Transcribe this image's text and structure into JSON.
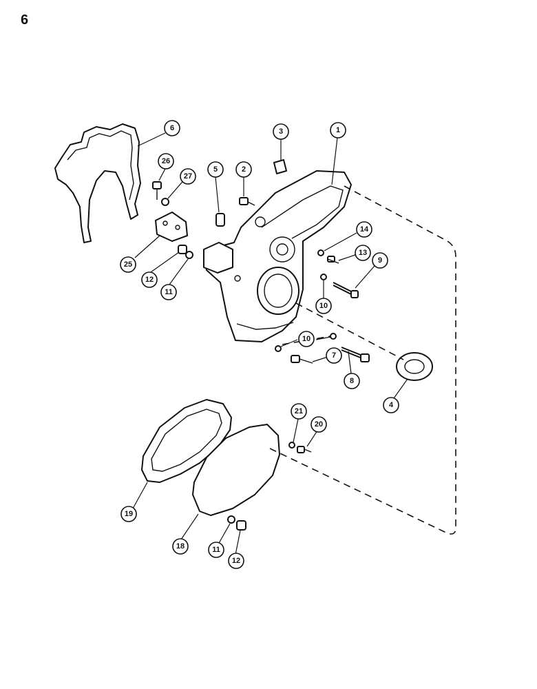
{
  "page": {
    "number": "6"
  },
  "callouts": [
    {
      "id": "c6",
      "label": "6"
    },
    {
      "id": "c3",
      "label": "3"
    },
    {
      "id": "c1",
      "label": "1"
    },
    {
      "id": "c26",
      "label": "26"
    },
    {
      "id": "c27",
      "label": "27"
    },
    {
      "id": "c5",
      "label": "5"
    },
    {
      "id": "c2",
      "label": "2"
    },
    {
      "id": "c14",
      "label": "14"
    },
    {
      "id": "c13",
      "label": "13"
    },
    {
      "id": "c9",
      "label": "9"
    },
    {
      "id": "c25",
      "label": "25"
    },
    {
      "id": "c12a",
      "label": "12"
    },
    {
      "id": "c11a",
      "label": "11"
    },
    {
      "id": "c10a",
      "label": "10"
    },
    {
      "id": "c10b",
      "label": "10"
    },
    {
      "id": "c7",
      "label": "7"
    },
    {
      "id": "c8",
      "label": "8"
    },
    {
      "id": "c4",
      "label": "4"
    },
    {
      "id": "c21",
      "label": "21"
    },
    {
      "id": "c20",
      "label": "20"
    },
    {
      "id": "c19",
      "label": "19"
    },
    {
      "id": "c18",
      "label": "18"
    },
    {
      "id": "c11b",
      "label": "11"
    },
    {
      "id": "c12b",
      "label": "12"
    }
  ]
}
